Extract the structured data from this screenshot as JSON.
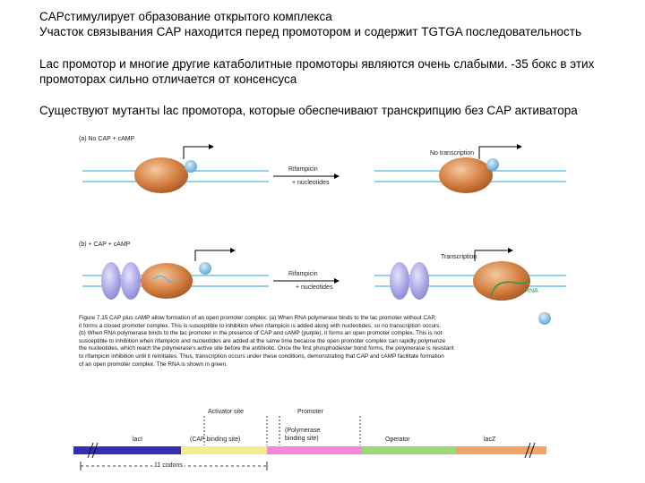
{
  "text": {
    "line1": "CAPстимулирует образование открытого комплекса",
    "line2": "Участок связывания CAP находится перед промотором и содержит TGTGA последовательность",
    "line3": "Lac промотор и многие другие катаболитные промоторы являются очень слабыми. -35 бокс в этих",
    "line4": "промоторах сильно отличается от консенсуса",
    "line5": "Существуют мутанты lac промотора, которые обеспечивают транскрипцию без CAP активатора"
  },
  "figure": {
    "panel_a_label": "(a)   No CAP + cAMP",
    "panel_a_right": "No transcription",
    "panel_a_mid1": "Rifampicin",
    "panel_a_mid2": "+ nucleotides",
    "panel_b_label": "(b)   + CAP + cAMP",
    "panel_b_right": "Transcription",
    "panel_b_mid1": "Rifampicin",
    "panel_b_mid2": "+ nucleotides",
    "rna_label": "RNA",
    "caption": [
      "Figure 7.15  CAP plus cAMP allow formation of an open promoter complex. (a) When RNA polymerase binds to the lac promoter without CAP,",
      "it forms a closed promoter complex. This is susceptible to inhibition when rifampicin is added along with nucleotides, so no transcription occurs.",
      "(b) When RNA polymerase binds to the lac promoter in the presence of CAP and cAMP (purple), it forms an open promoter complex. This is not",
      "susceptible to inhibition when rifampicin and nucleotides are added at the same time because the open promoter complex can rapidly polymerize",
      "the nucleotides, which reach the polymerase's active site before the antibiotic. Once the first phosphodiester bond forms, the polymerase is resistant",
      "to rifampicin inhibition until it reinitiates. Thus, transcription occurs under these conditions, demonstrating that CAP and cAMP facilitate formation",
      "of an open promoter complex. The RNA is shown in green."
    ]
  },
  "map": {
    "activator_site": "Activator site",
    "promoter": "Promoter",
    "seg_laci": "lacI",
    "seg_cap": "(CAP binding site)",
    "seg_poly1": "(Polymerase",
    "seg_poly2": "binding site)",
    "seg_operator": "Operator",
    "seg_lacz": "lacZ",
    "dim_label": "11 codons",
    "colors": {
      "laci": "#3a2db5",
      "cap": "#f4ec8c",
      "polymerase": "#f08ad8",
      "operator": "#9ed67a",
      "lacz": "#f2a36a"
    }
  }
}
